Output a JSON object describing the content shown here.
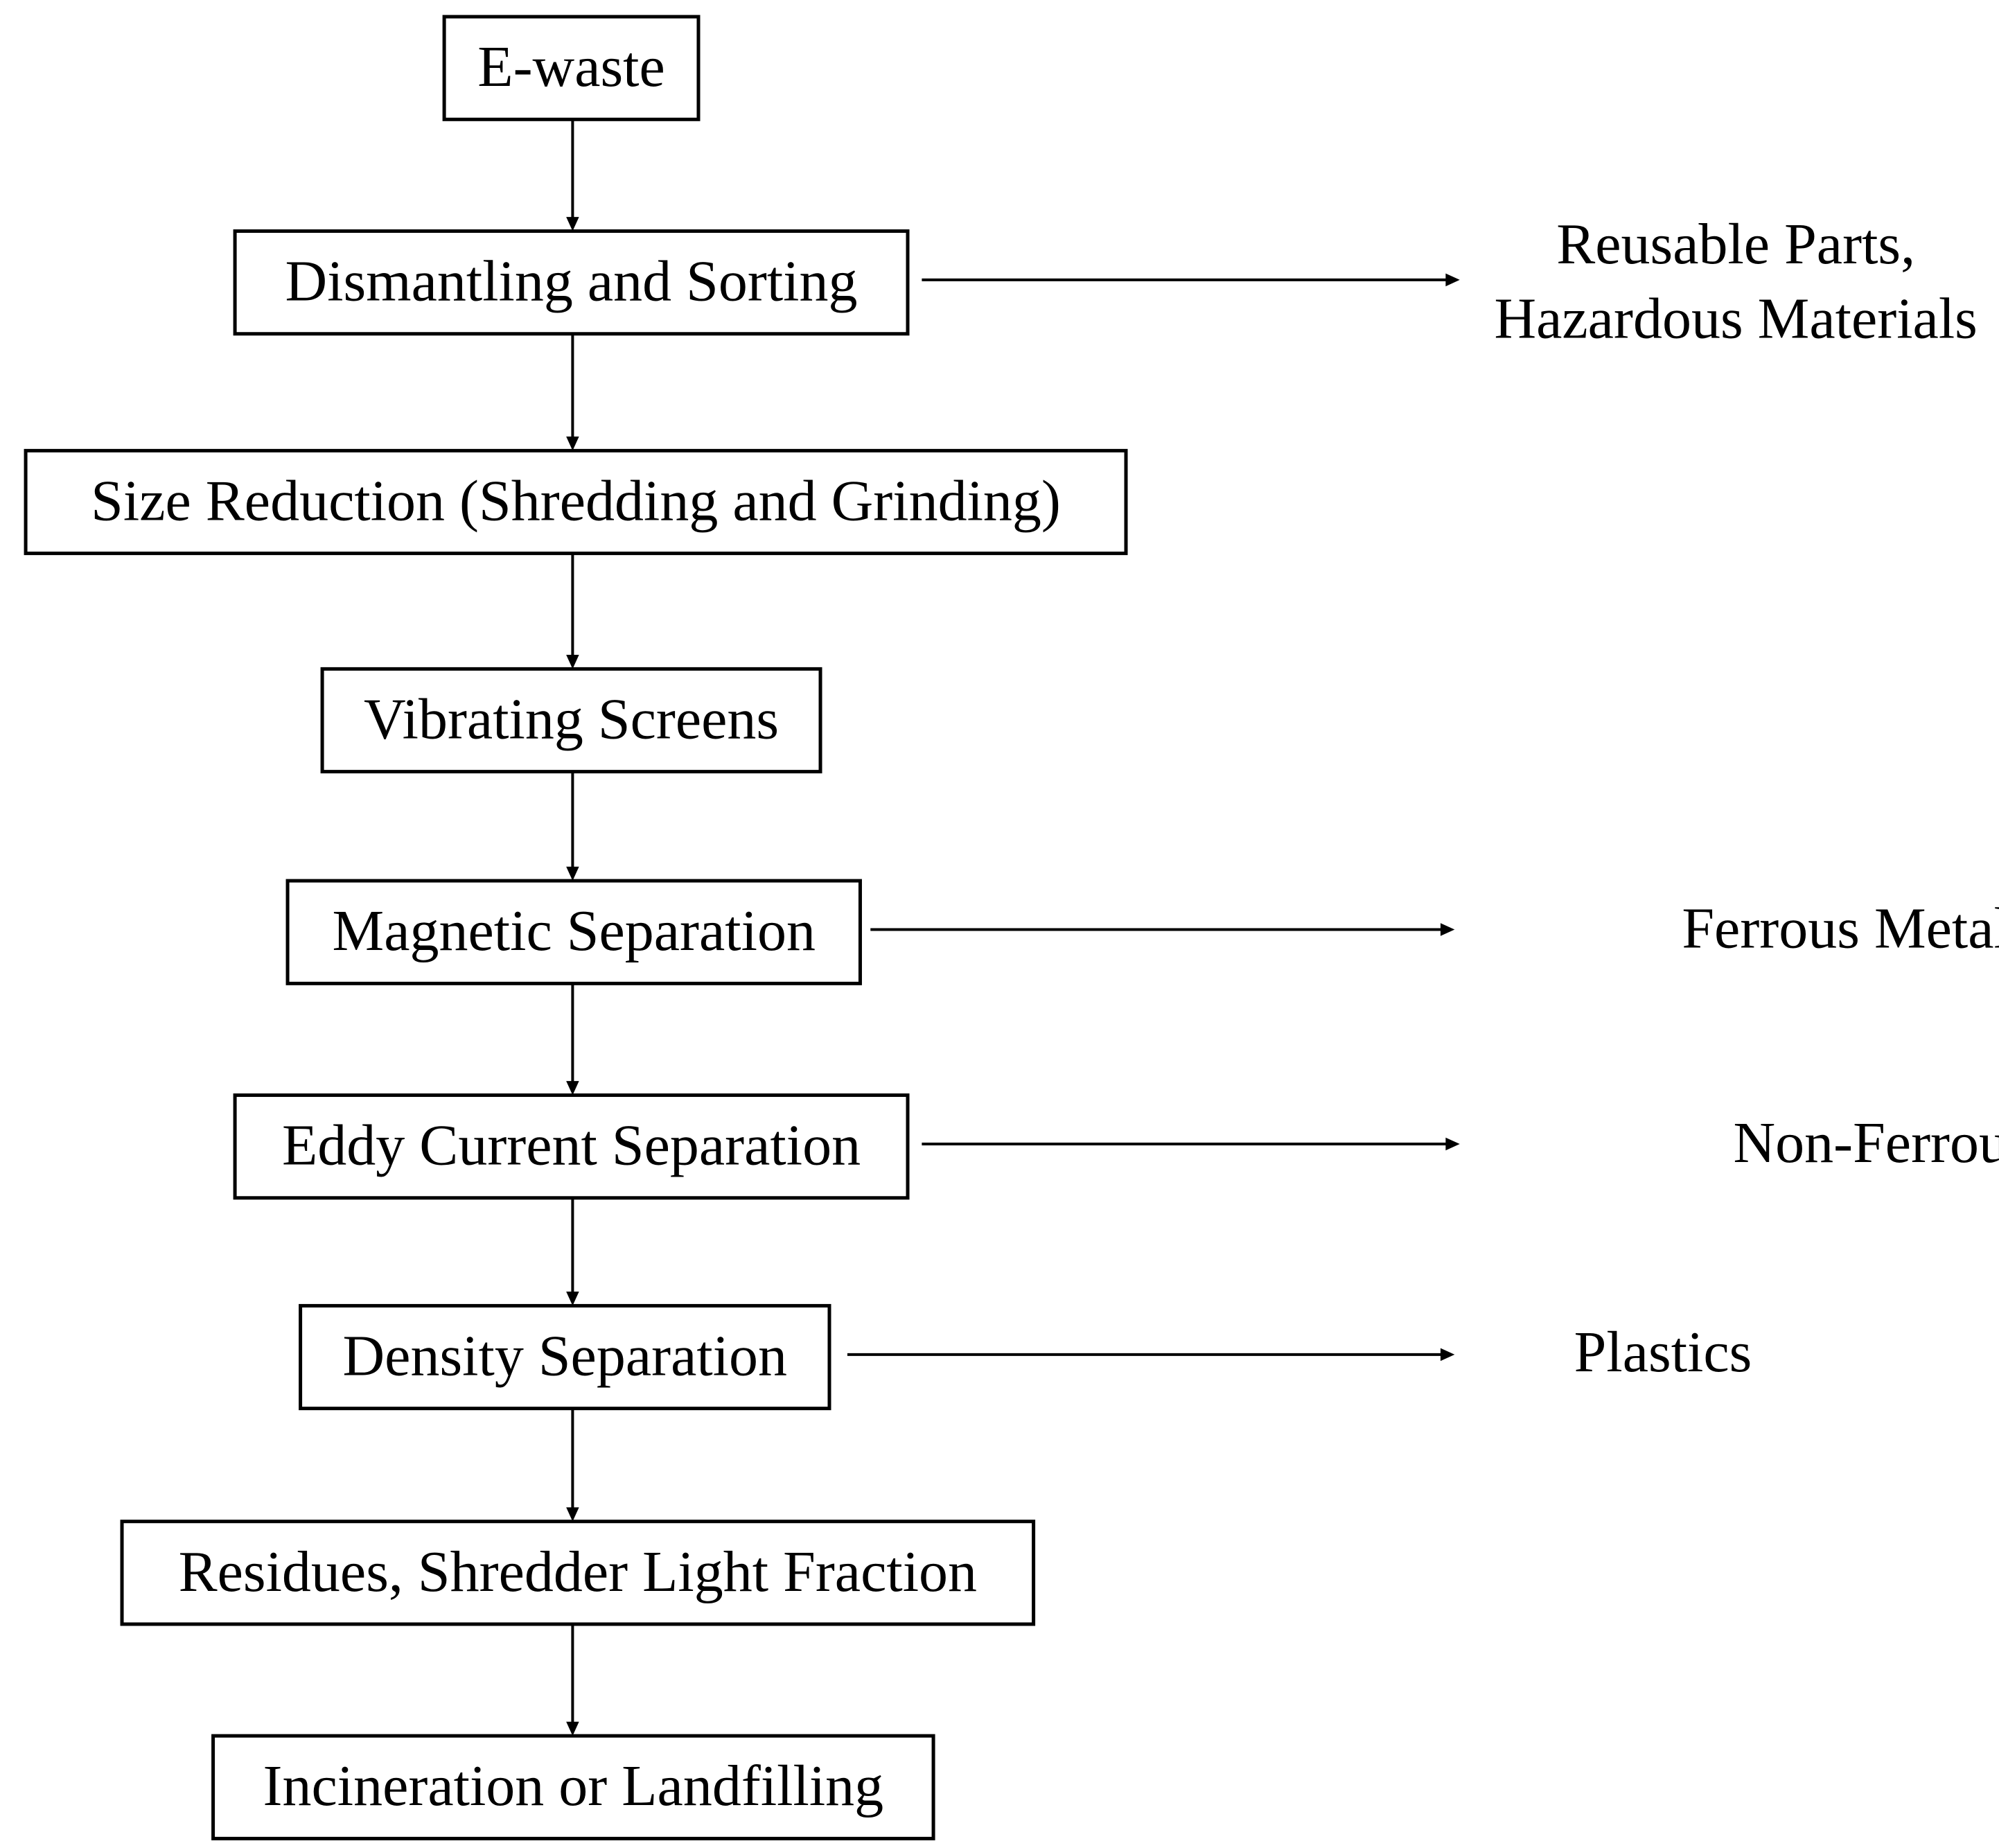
{
  "steps": [
    {
      "label": "E-waste"
    },
    {
      "label": "Dismantling and Sorting"
    },
    {
      "label": "Size Reduction (Shredding and Grinding)"
    },
    {
      "label": "Vibrating Screens"
    },
    {
      "label": "Magnetic Separation"
    },
    {
      "label": "Eddy Current Separation"
    },
    {
      "label": "Density Separation"
    },
    {
      "label": "Residues, Shredder Light Fraction"
    },
    {
      "label": "Incineration or Landfilling"
    }
  ],
  "outputs": [
    {
      "from_step": 1,
      "lines": [
        "Reusable Parts,",
        "Hazardous Materials"
      ]
    },
    {
      "from_step": 4,
      "lines": [
        "Ferrous Metals"
      ]
    },
    {
      "from_step": 5,
      "lines": [
        "Non-Ferrous Metals"
      ]
    },
    {
      "from_step": 6,
      "lines": [
        "Plastics"
      ]
    }
  ],
  "colors": {
    "line": "#000000",
    "background": "#ffffff"
  }
}
